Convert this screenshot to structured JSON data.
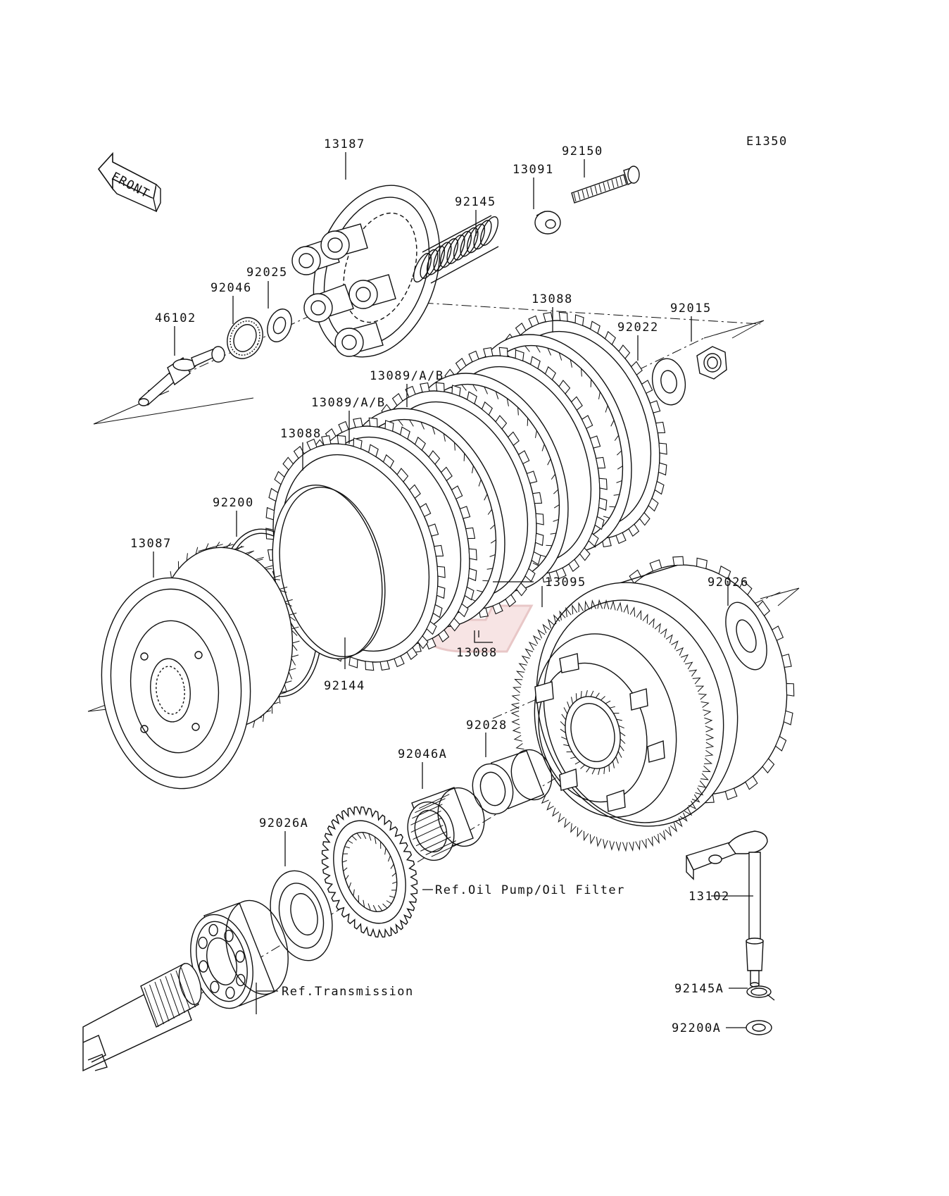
{
  "diagram_code": "E1350",
  "front_label": "FRONT",
  "parts": {
    "p13187": "13187",
    "p92150": "92150",
    "p13091": "13091",
    "p92145": "92145",
    "p92025": "92025",
    "p92046": "92046",
    "p46102": "46102",
    "p13088_top": "13088",
    "p92015": "92015",
    "p92022": "92022",
    "p13089_a": "13089/A/B",
    "p13089_b": "13089/A/B",
    "p13088_left": "13088",
    "p92200": "92200",
    "p13087": "13087",
    "p13095": "13095",
    "p92026": "92026",
    "p13088_bottom": "13088",
    "p92144": "92144",
    "p92028": "92028",
    "p92046A": "92046A",
    "p92026A": "92026A",
    "p13102": "13102",
    "p92145A": "92145A",
    "p92200A": "92200A"
  },
  "references": {
    "oil_pump": "Ref.Oil Pump/Oil Filter",
    "transmission": "Ref.Transmission"
  },
  "colors": {
    "line": "#111111",
    "watermark": "#e8b4b4"
  }
}
